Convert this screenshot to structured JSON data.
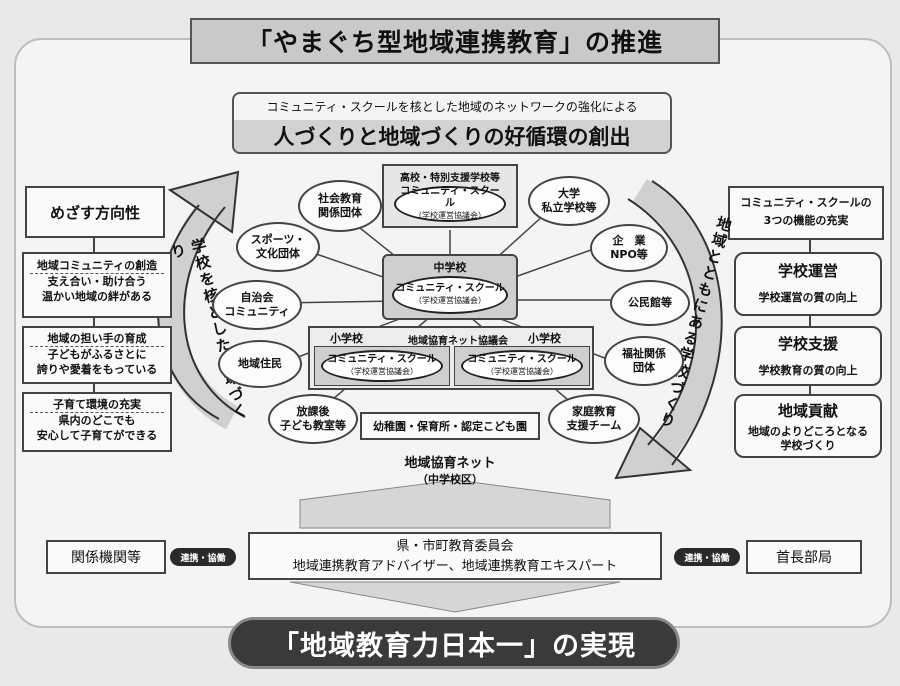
{
  "title": "「やまぐち型地域連携教育」の推進",
  "header": {
    "subtitle": "コミュニティ・スクールを核とした地域のネットワークの強化による",
    "main": "人づくりと地域づくりの好循環の創出"
  },
  "left": {
    "heading": "めざす方向性",
    "items": [
      {
        "title": "地域コミュニティの創造",
        "lines": [
          "支え合い・助け合う",
          "温かい地域の絆がある"
        ]
      },
      {
        "title": "地域の担い手の育成",
        "lines": [
          "子どもがふるさとに",
          "誇りや愛着をもっている"
        ]
      },
      {
        "title": "子育て環境の充実",
        "lines": [
          "県内のどこでも",
          "安心して子育てができる"
        ]
      }
    ]
  },
  "right": {
    "heading_line1": "コミュニティ・スクールの",
    "heading_line2": "3つの機能の充実",
    "items": [
      {
        "title": "学校運営",
        "desc": "学校運営の質の向上"
      },
      {
        "title": "学校支援",
        "desc": "学校教育の質の向上"
      },
      {
        "title": "地域貢献",
        "desc_line1": "地域のよりどころとなる",
        "desc_line2": "学校づくり"
      }
    ]
  },
  "arrows": {
    "left_text": "学校を核とした地域づくり",
    "right_text": "地域とともにある学校づくり"
  },
  "center": {
    "high_school_label": "高校・特別支援学校等",
    "middle_school_label": "中学校",
    "elementary_label": "小学校",
    "network_council": "地域協育ネット協議会",
    "cs": "コミュニティ・スクール",
    "cs_sub": "（学校運営協議会）",
    "kindergarten": "幼稚園・保育所・認定こども園",
    "network_name": "地域協育ネット",
    "network_sub": "（中学校区）"
  },
  "partners": {
    "social_ed": [
      "社会教育",
      "関係団体"
    ],
    "sports": [
      "スポーツ・",
      "文化団体"
    ],
    "jichikai": [
      "自治会",
      "コミュニティ"
    ],
    "residents": [
      "地域住民"
    ],
    "afterschool": [
      "放課後",
      "子ども教室等"
    ],
    "university": [
      "大学",
      "私立学校等"
    ],
    "company": [
      "企　業",
      "NPO等"
    ],
    "kominkan": [
      "公民館等"
    ],
    "welfare": [
      "福祉関係",
      "団体"
    ],
    "family_ed": [
      "家庭教育",
      "支援チーム"
    ]
  },
  "bottom": {
    "left_box": "関係機関等",
    "connect_label": "連携・協働",
    "center_line1": "県・市町教育委員会",
    "center_line2": "地域連携教育アドバイザー、地域連携教育エキスパート",
    "right_box": "首長部局",
    "goal": "「地域教育力日本一」の実現"
  }
}
